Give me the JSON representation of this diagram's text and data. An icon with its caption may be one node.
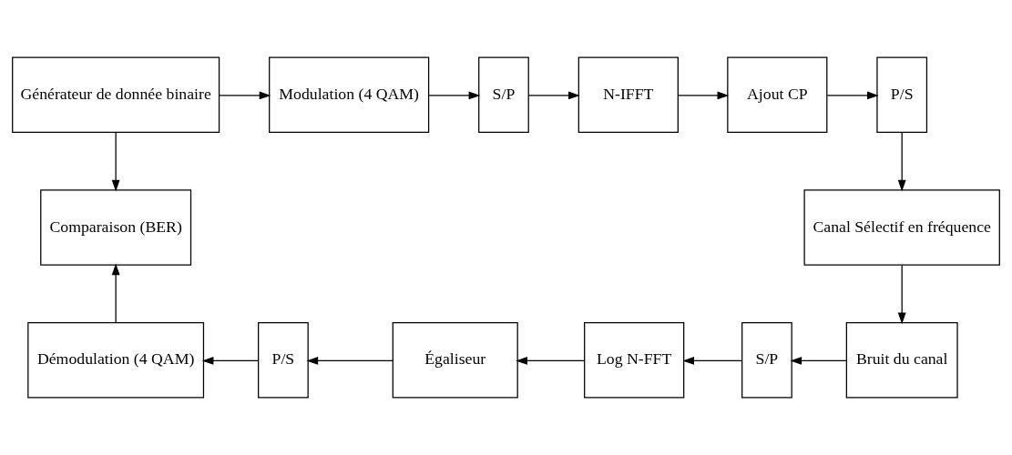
{
  "diagram": {
    "nodes": [
      {
        "text": [
          "Générateur de donnée binaire"
        ]
      },
      {
        "text": [
          "Modulation (4 QAM)"
        ]
      },
      {
        "text": [
          "S/P"
        ]
      },
      {
        "text": [
          "N-IFFT"
        ]
      },
      {
        "text": [
          "Ajout CP"
        ]
      },
      {
        "text": [
          "P/S"
        ]
      },
      {
        "text": [
          "Comparaison (BER)"
        ]
      },
      {
        "text": [
          "Canal Sélectif en fréquence"
        ]
      },
      {
        "text": [
          "Démodulation (4 QAM)"
        ]
      },
      {
        "text": [
          "P/S"
        ]
      },
      {
        "text": [
          "Égaliseur"
        ]
      },
      {
        "text": [
          "Log N-FFT"
        ]
      },
      {
        "text": [
          "S/P"
        ]
      },
      {
        "text": [
          "Bruit du canal"
        ]
      }
    ],
    "edges": [
      {
        "from": 0,
        "to": 1,
        "arrow": "to"
      },
      {
        "from": 0,
        "to": 6,
        "arrow": "to"
      },
      {
        "from": 1,
        "to": 2,
        "arrow": "to"
      },
      {
        "from": 2,
        "to": 3,
        "arrow": "to"
      },
      {
        "from": 3,
        "to": 4,
        "arrow": "to"
      },
      {
        "from": 4,
        "to": 5,
        "arrow": "to"
      },
      {
        "from": 5,
        "to": 7,
        "arrow": "to"
      },
      {
        "from": 7,
        "to": 13,
        "arrow": "to"
      },
      {
        "from": 13,
        "to": 12,
        "arrow": "to"
      },
      {
        "from": 12,
        "to": 11,
        "arrow": "to"
      },
      {
        "from": 11,
        "to": 10,
        "arrow": "to"
      },
      {
        "from": 10,
        "to": 9,
        "arrow": "to"
      },
      {
        "from": 9,
        "to": 8,
        "arrow": "to"
      },
      {
        "from": 8,
        "to": 6,
        "arrow": "to"
      }
    ]
  }
}
